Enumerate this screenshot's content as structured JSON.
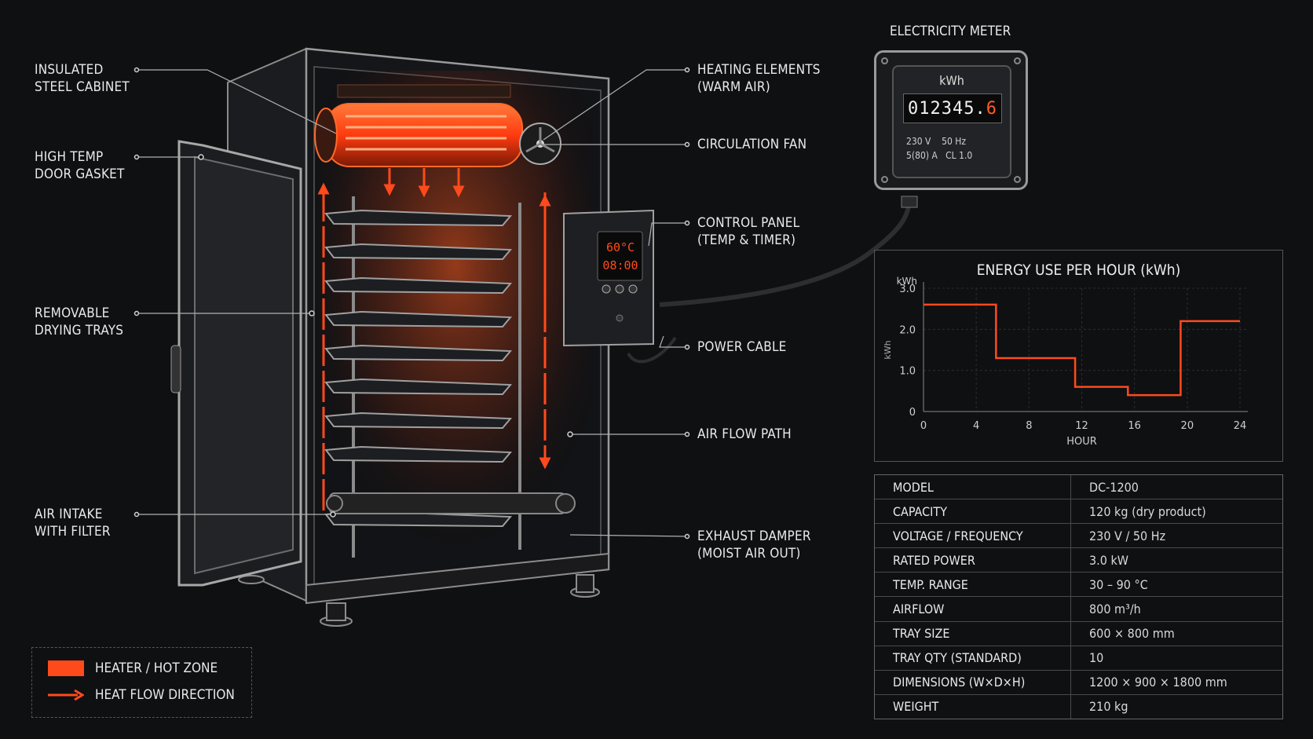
{
  "colors": {
    "background": "#0f1012",
    "accent": "#ff4a1c",
    "line": "#9a9a9a",
    "text": "#eaeaea"
  },
  "labels": {
    "insulated": [
      "INSULATED",
      "STEEL CABINET"
    ],
    "gasket": [
      "HIGH TEMP",
      "DOOR GASKET"
    ],
    "trays": [
      "REMOVABLE",
      "DRYING TRAYS"
    ],
    "intake": [
      "AIR INTAKE",
      "WITH FILTER"
    ],
    "heating": [
      "HEATING ELEMENTS",
      "(WARM AIR)"
    ],
    "fan": [
      "CIRCULATION FAN"
    ],
    "control": [
      "CONTROL PANEL",
      "(TEMP & TIMER)"
    ],
    "power": [
      "POWER CABLE"
    ],
    "airflow": [
      "AIR FLOW PATH"
    ],
    "exhaust": [
      "EXHAUST DAMPER",
      "(MOIST AIR OUT)"
    ]
  },
  "control_display": {
    "temp": "60°C",
    "timer": "08:00"
  },
  "meter": {
    "title": "ELECTRICITY METER",
    "unit": "kWh",
    "digits": "012345.",
    "last_digit": "6",
    "spec_line1": "230 V    50 Hz",
    "spec_line2": "5(80) A   CL 1.0"
  },
  "chart_data": {
    "type": "line",
    "title": "ENERGY USE PER HOUR (kWh)",
    "xlabel": "HOUR",
    "ylabel": "kWh",
    "yunit_top": "kWh",
    "x_ticks": [
      0,
      4,
      8,
      12,
      16,
      20,
      24
    ],
    "y_ticks": [
      0,
      1.0,
      2.0,
      3.0
    ],
    "y_tick_labels": [
      "0",
      "1.0",
      "2.0",
      "3.0"
    ],
    "xlim": [
      0,
      24
    ],
    "ylim": [
      0,
      3.0
    ],
    "step": true,
    "x": [
      0,
      5.5,
      5.5,
      11.5,
      11.5,
      15.5,
      15.5,
      19.5,
      19.5,
      24
    ],
    "y": [
      2.6,
      2.6,
      1.3,
      1.3,
      0.6,
      0.6,
      0.4,
      0.4,
      2.2,
      2.2
    ],
    "grid": true
  },
  "specs": [
    {
      "key": "MODEL",
      "value": "DC-1200"
    },
    {
      "key": "CAPACITY",
      "value": "120 kg (dry product)"
    },
    {
      "key": "VOLTAGE / FREQUENCY",
      "value": "230 V / 50 Hz"
    },
    {
      "key": "RATED POWER",
      "value": "3.0 kW"
    },
    {
      "key": "TEMP. RANGE",
      "value": "30 – 90 °C"
    },
    {
      "key": "AIRFLOW",
      "value": "800 m³/h"
    },
    {
      "key": "TRAY SIZE",
      "value": "600 × 800 mm"
    },
    {
      "key": "TRAY QTY (STANDARD)",
      "value": "10"
    },
    {
      "key": "DIMENSIONS (W×D×H)",
      "value": "1200 × 900 × 1800 mm"
    },
    {
      "key": "WEIGHT",
      "value": "210 kg"
    }
  ],
  "legend": {
    "hot": "HEATER / HOT ZONE",
    "flow": "HEAT FLOW DIRECTION"
  }
}
